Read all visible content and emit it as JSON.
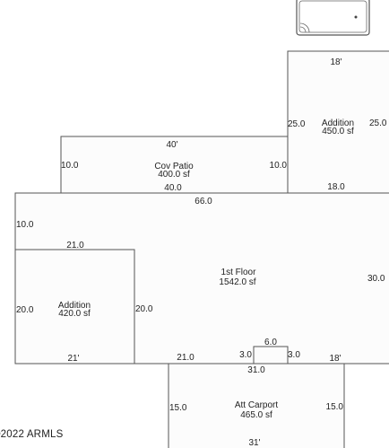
{
  "plan": {
    "rooms": {
      "addition_top": {
        "name": "Addition",
        "area": "450.0 sf",
        "top": "18'",
        "left": "25.0",
        "right": "25.0",
        "bottom": "18.0"
      },
      "cov_patio": {
        "name": "Cov Patio",
        "area": "400.0 sf",
        "top": "40'",
        "left": "10.0",
        "right": "10.0",
        "bottom": "40.0"
      },
      "first_floor": {
        "name": "1st Floor",
        "area": "1542.0 sf",
        "top": "66.0",
        "left_upper": "10.0",
        "right": "30.0",
        "bottom_left": "21'",
        "bottom_mid": "21.0",
        "bump_left": "3.0",
        "bump_top": "6.0",
        "bump_right": "3.0",
        "bottom_right": "18'"
      },
      "addition_left": {
        "name": "Addition",
        "area": "420.0 sf",
        "top": "21.0",
        "left": "20.0",
        "right": "20.0"
      },
      "att_carport": {
        "name": "Att Carport",
        "area": "465.0 sf",
        "top": "31.0",
        "left": "15.0",
        "right": "15.0",
        "bottom": "31'"
      }
    },
    "copyright": "©2022 ARMLS"
  }
}
